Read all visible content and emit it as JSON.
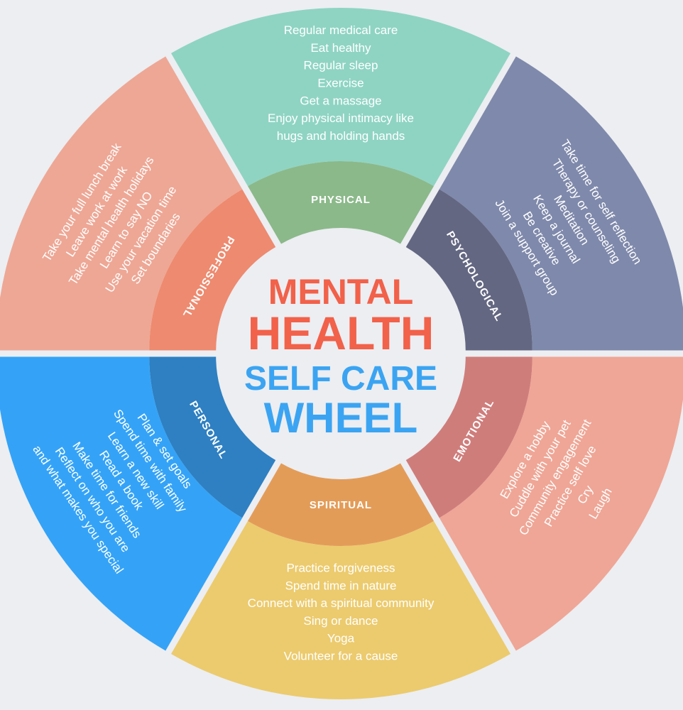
{
  "title": {
    "line1": "MENTAL",
    "line2": "HEALTH",
    "line3": "SELF CARE",
    "line4": "WHEEL"
  },
  "colors": {
    "background": "#eceef2",
    "center": "#eceef2",
    "title_accent": "#f2614a",
    "title_secondary": "#3ba4f2"
  },
  "sectors": [
    {
      "key": "physical",
      "label": "PHYSICAL",
      "outer_color": "#8fd4c3",
      "inner_color": "#8bb98a",
      "items": [
        "Regular medical care",
        "Eat healthy",
        "Regular sleep",
        "Exercise",
        "Get a massage",
        "Enjoy physical intimacy like",
        "hugs and holding hands"
      ]
    },
    {
      "key": "psychological",
      "label": "PSYCHOLOGICAL",
      "outer_color": "#7f89ab",
      "inner_color": "#636782",
      "items": [
        "Take time for self reflection",
        "Therapy or counseling",
        "Meditation",
        "Keep a journal",
        "Be creative",
        "Join a support group"
      ]
    },
    {
      "key": "emotional",
      "label": "EMOTIONAL",
      "outer_color": "#efa696",
      "inner_color": "#cf7d7b",
      "items": [
        "Explore a hobby",
        "Cuddle with your pet",
        "Community engagement",
        "Practice self love",
        "Cry",
        "Laugh"
      ]
    },
    {
      "key": "spiritual",
      "label": "SPIRITUAL",
      "outer_color": "#eccb6e",
      "inner_color": "#e39c58",
      "items": [
        "Practice forgiveness",
        "Spend time in nature",
        "Connect with a spiritual community",
        "Sing or dance",
        "Yoga",
        "Volunteer for a cause"
      ]
    },
    {
      "key": "personal",
      "label": "PERSONAL",
      "outer_color": "#34a3f7",
      "inner_color": "#2e80c2",
      "items": [
        "Plan & set goals",
        "Spend time with family",
        "Learn a new skill",
        "Read a book",
        "Make time for friends",
        "Reflect on who you are",
        "and what makes you special"
      ]
    },
    {
      "key": "professional",
      "label": "PROFESSIONAL",
      "outer_color": "#eea795",
      "inner_color": "#ee8a6f",
      "items": [
        "Take your full lunch break",
        "Leave work at work",
        "Take mental health holidays",
        "Learn to say NO",
        "Use your vacation time",
        "Set boundaries"
      ]
    }
  ]
}
